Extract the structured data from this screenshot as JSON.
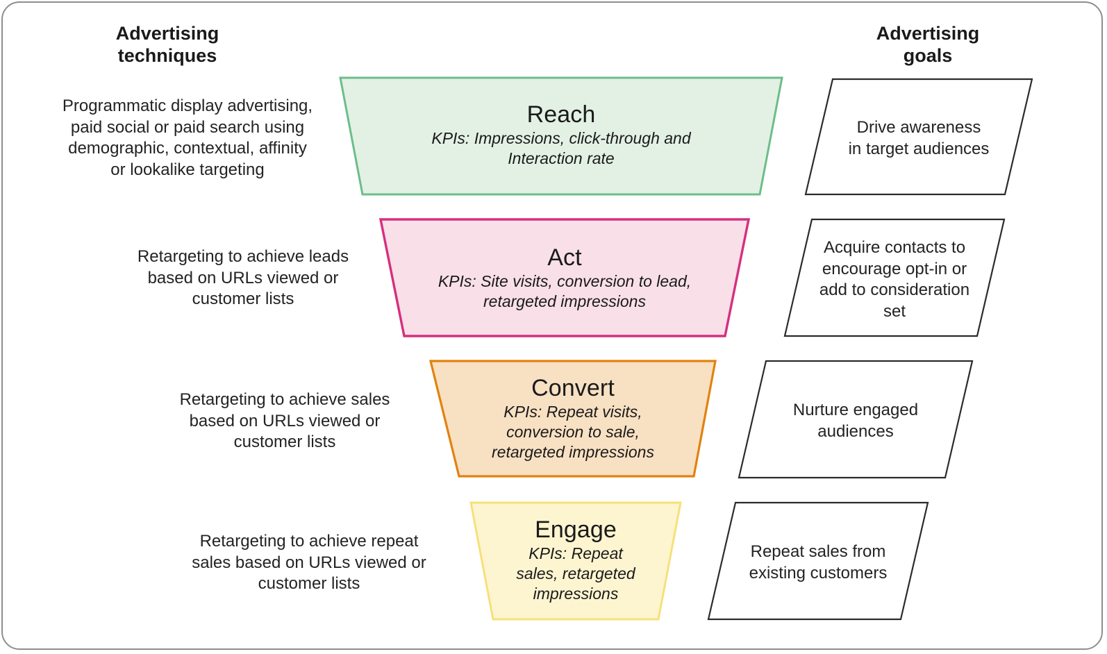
{
  "headings": {
    "left": "Advertising\ntechniques",
    "right": "Advertising\ngoals"
  },
  "colors": {
    "frame_border": "#8d8d93",
    "text": "#1a1a1a",
    "reach_fill": "#e3f1e5",
    "reach_border": "#6cbd8a",
    "act_fill": "#f8dfe8",
    "act_border": "#d62f7f",
    "convert_fill": "#f8e0c3",
    "convert_border": "#e2820f",
    "engage_fill": "#fdf5d0",
    "engage_border": "#f7e07a",
    "goal_border": "#2b2b2b",
    "goal_fill": "#ffffff"
  },
  "rows": [
    {
      "technique": "Programmatic display advertising,\npaid social or paid search using\ndemographic, contextual, affinity\nor lookalike targeting",
      "stage_title": "Reach",
      "stage_kpi": "KPIs: Impressions, click-through and\nInteraction rate",
      "goal": "Drive awareness\nin target audiences"
    },
    {
      "technique": "Retargeting to achieve leads\nbased on URLs viewed or\ncustomer lists",
      "stage_title": "Act",
      "stage_kpi": "KPIs: Site visits, conversion to lead,\nretargeted impressions",
      "goal": "Acquire contacts to\nencourage opt-in or\nadd to consideration\nset"
    },
    {
      "technique": "Retargeting to achieve sales\nbased on URLs viewed or\ncustomer lists",
      "stage_title": "Convert",
      "stage_kpi": "KPIs: Repeat visits,\nconversion to sale,\nretargeted impressions",
      "goal": "Nurture engaged\naudiences"
    },
    {
      "technique": "Retargeting to achieve repeat\nsales based on URLs viewed or\ncustomer lists",
      "stage_title": "Engage",
      "stage_kpi": "KPIs: Repeat\nsales, retargeted\nimpressions",
      "goal": "Repeat sales from\nexisting customers"
    }
  ],
  "chart_data": {
    "type": "funnel",
    "title": "Advertising techniques, funnel stages and advertising goals",
    "stages": [
      {
        "name": "Reach",
        "top_width": 635,
        "bottom_width": 563,
        "height": 167,
        "fill": "#e3f1e5",
        "border": "#6cbd8a"
      },
      {
        "name": "Act",
        "top_width": 525,
        "bottom_width": 460,
        "height": 170,
        "fill": "#f8dfe8",
        "border": "#d62f7f"
      },
      {
        "name": "Convert",
        "top_width": 406,
        "bottom_width": 335,
        "height": 168,
        "fill": "#f8e0c3",
        "border": "#e2820f"
      },
      {
        "name": "Engage",
        "top_width": 300,
        "bottom_width": 235,
        "height": 170,
        "fill": "#fdf5d0",
        "border": "#f7e07a"
      }
    ]
  }
}
